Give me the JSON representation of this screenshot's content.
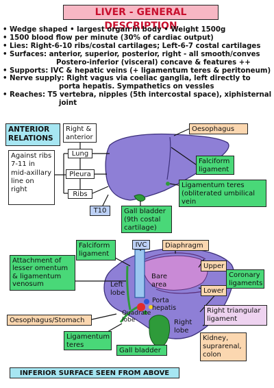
{
  "title": "LIVER - GENERAL DESCRIPTION",
  "facts": [
    "• Wedge shaped   • largest organ in body    • Weight 1500g",
    "• 1500 blood flow per minute (30% of cardiac output)",
    "• Lies: Right-6-10 ribs/costal cartilages; Left-6-7 costal cartilages",
    "• Surfaces: anterior, superior, posterior, right - all smooth/conves",
    "Postero-inferior (visceral) concave & features ++",
    "• Supports: IVC & hepatic veins (+ ligamentum teres & peritoneum)",
    "• Nerve supply: Right vagus via coeliac ganglia, left directly to",
    "porta hepatis. Sympathetics on vessles",
    "• Reaches: T5 vertebra, nipples (5th intercostal space), xiphisternal",
    "joint"
  ],
  "anterior": {
    "heading": "ANTERIOR RELATIONS",
    "right_anterior": "Right & anterior",
    "against_ribs": "Against ribs 7-11 in mid-axillary line on right",
    "lung": "Lung",
    "pleura": "Pleura",
    "ribs": "Ribs",
    "t10": "T10",
    "oesophagus": "Oesophagus",
    "falciform": "Falciform ligament",
    "lig_teres": "Ligamentum teres (obliterated umbilical vein",
    "gall_bladder": "Gall bladder (9th costal cartilage)"
  },
  "inferior": {
    "falciform": "Falciform ligament",
    "ivc": "IVC",
    "diaphragm": "Diaphragm",
    "attachment": "Attachment of lesser omentum & ligamentum venosum",
    "left_lobe": "Left lobe",
    "bare_area": "Bare area",
    "upper": "Upper",
    "lower": "Lower",
    "coronary": "Coronary ligaments",
    "porta_hepatis": "Porta hepatis",
    "quadrate_lobe": "Quadrate lobe",
    "right_triangular": "Right triangular ligament",
    "oesophagus_stomach": "Oesophagus/Stomach",
    "right_lobe": "Right lobe",
    "lig_teres": "Ligamentum teres",
    "kidney": "Kidney, suprarenal, colon",
    "gall_bladder": "Gall bladder",
    "footer": "INFERIOR SURFACE SEEN FROM ABOVE"
  },
  "colors": {
    "liver": "#8e7fd6",
    "gall_bladder": "#2e9b3a",
    "title_text": "#c8102e"
  }
}
